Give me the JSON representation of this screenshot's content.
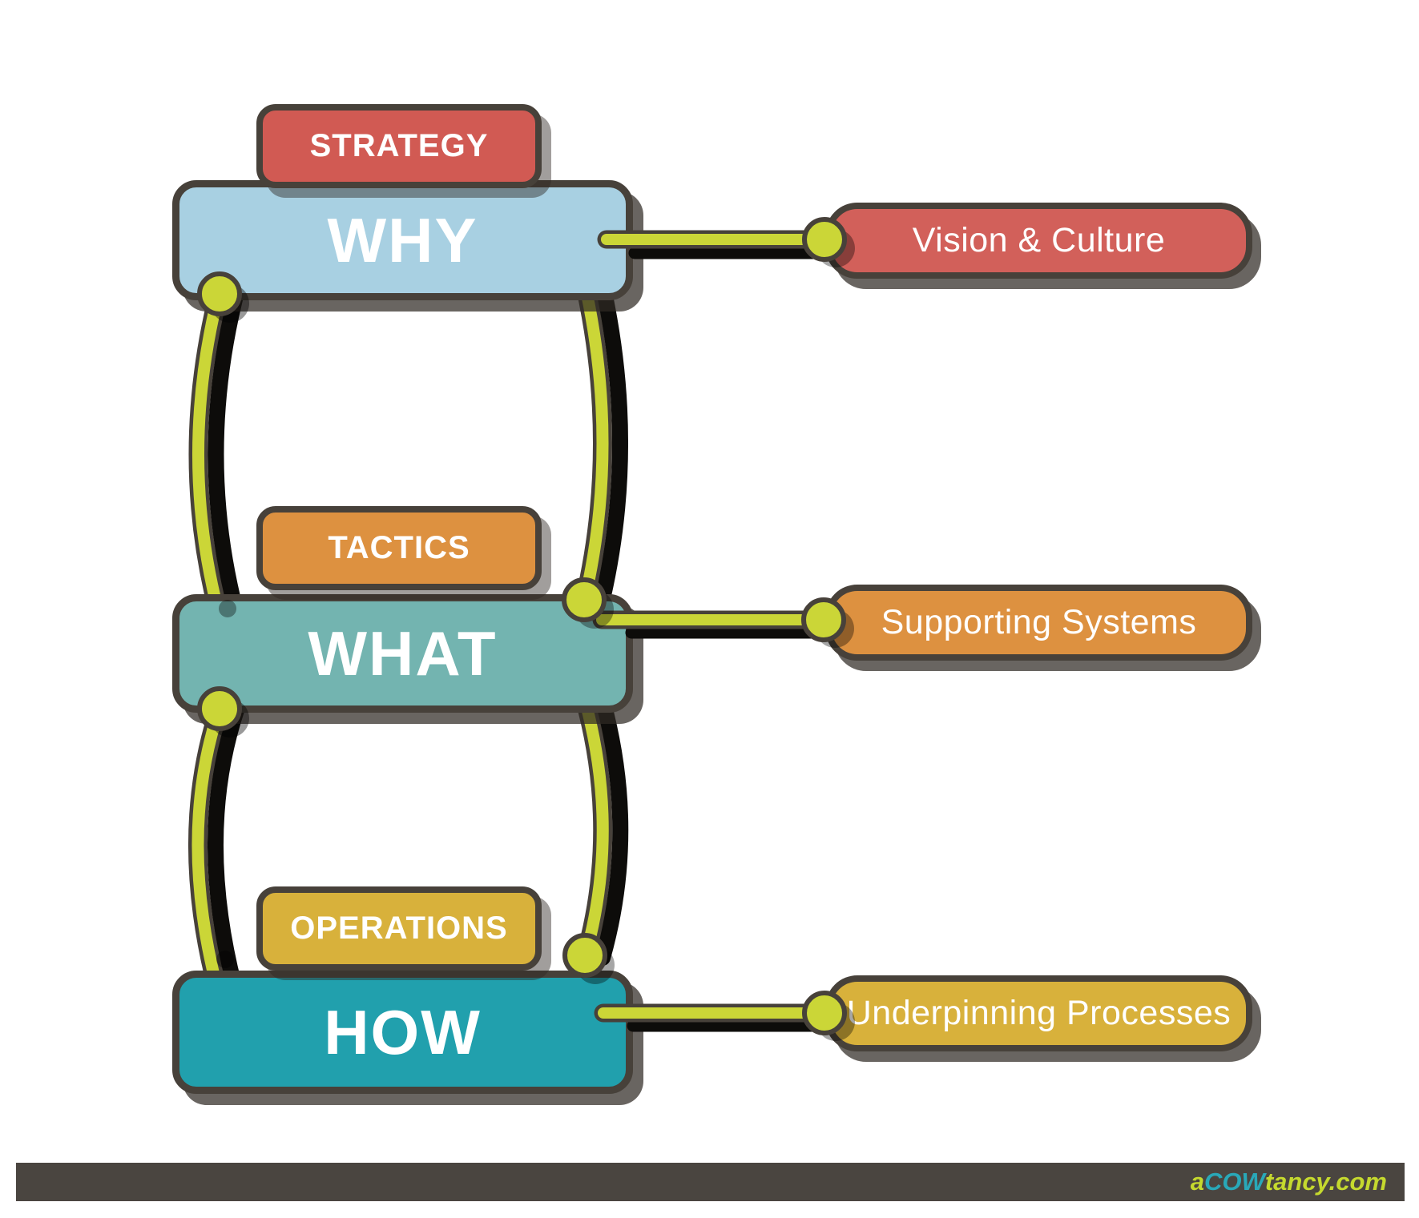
{
  "diagram": {
    "rows": [
      {
        "tag_label": "STRATEGY",
        "box_label": "WHY",
        "pill_label": "Vision & Culture",
        "tag_color": "#d15a53",
        "box_color": "#a8d0e2",
        "pill_color": "#d2605a"
      },
      {
        "tag_label": "TACTICS",
        "box_label": "WHAT",
        "pill_label": "Supporting Systems",
        "tag_color": "#dd9140",
        "box_color": "#73b4b0",
        "pill_color": "#dd9140"
      },
      {
        "tag_label": "OPERATIONS",
        "box_label": "HOW",
        "pill_label": "Underpinning Processes",
        "tag_color": "#d8b13b",
        "box_color": "#21a0ad",
        "pill_color": "#d8b13b"
      }
    ],
    "connector_color": "#cbd637",
    "outline_color": "#47413a",
    "shadow_color": "#0d0c0a"
  },
  "footer": {
    "bar_color": "#4a4540",
    "brand": {
      "prefix": "a",
      "highlight": "COW",
      "suffix": "tancy.com",
      "prefix_color": "#c5d92e",
      "highlight_color": "#29a8b8",
      "suffix_color": "#c5d92e"
    }
  }
}
